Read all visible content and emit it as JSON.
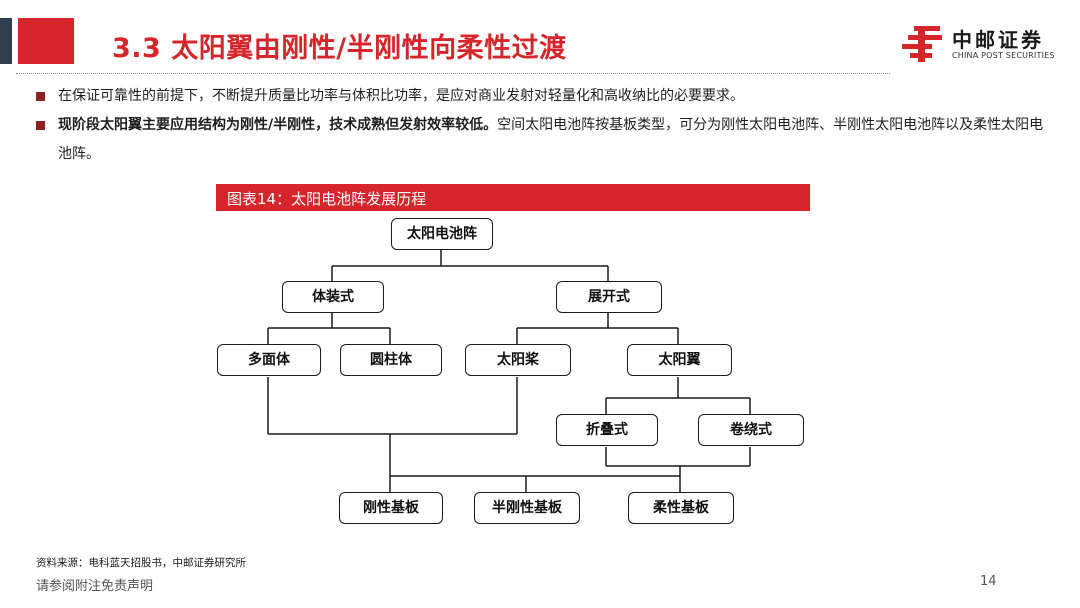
{
  "header": {
    "title": "3.3 太阳翼由刚性/半刚性向柔性过渡",
    "logo_cn": "中邮证券",
    "logo_en": "CHINA POST SECURITIES",
    "accent_color": "#d7262b"
  },
  "bullets": [
    {
      "text": "在保证可靠性的前提下，不断提升质量比功率与体积比功率，是应对商业发射对轻量化和高收纳比的必要要求。"
    },
    {
      "bold": "现阶段太阳翼主要应用结构为刚性/半刚性，技术成熟但发射效率较低。",
      "text": "空间太阳电池阵按基板类型，可分为刚性太阳电池阵、半刚性太阳电池阵以及柔性太阳电池阵。"
    }
  ],
  "figure": {
    "caption": "图表14：太阳电池阵发展历程",
    "nodes": {
      "root": "太阳电池阵",
      "body_mounted": "体装式",
      "deployable": "展开式",
      "polyhedron": "多面体",
      "cylinder": "圆柱体",
      "solar_paddle": "太阳桨",
      "solar_wing": "太阳翼",
      "folding": "折叠式",
      "rolling": "卷绕式",
      "rigid_substrate": "刚性基板",
      "semi_rigid_substrate": "半刚性基板",
      "flexible_substrate": "柔性基板"
    }
  },
  "footer": {
    "source": "资料来源：电科蓝天招股书，中邮证券研究所",
    "disclaimer": "请参阅附注免责声明",
    "page_number": "14"
  }
}
